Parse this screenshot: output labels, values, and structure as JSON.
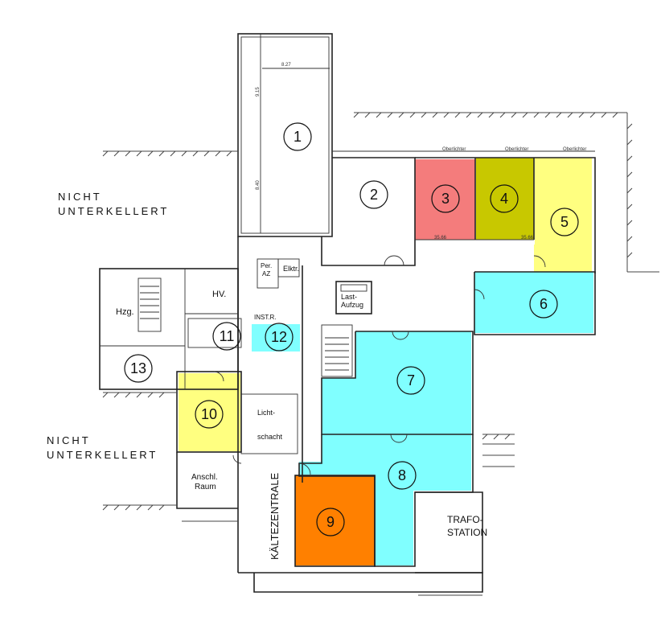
{
  "colors": {
    "room3": "#f47c7c",
    "room4": "#c8c800",
    "room5": "#ffff80",
    "cyan": "#80ffff",
    "room9": "#ff8000",
    "room10": "#ffff80",
    "wall": "#222222"
  },
  "labels": {
    "nicht1": "NICHT",
    "unterkellert1": "UNTERKELLERT",
    "nicht2": "NICHT",
    "unterkellert2": "UNTERKELLERT",
    "hzg": "Hzg.",
    "hv": "HV.",
    "per": "Per.",
    "az": "AZ",
    "elktr": "Elktr.",
    "instr": "INST.R.",
    "last": "Last-",
    "aufzug": "Aufzug",
    "licht": "Licht-",
    "schacht": "schacht",
    "anschl": "Anschl.",
    "raum": "Raum",
    "kaelte": "KÄLTEZENTRALE",
    "trafo": "TRAFO-",
    "station": "STATION",
    "oberlichter1": "Oberlichter",
    "oberlichter2": "Oberlichter",
    "oberlichter3": "Oberlichter",
    "dim_827": "8.27",
    "dim_915": "9.15",
    "dim_840": "8.40",
    "level1": "35.66",
    "level2": "35.66"
  },
  "rooms": [
    {
      "id": "1",
      "label": "1"
    },
    {
      "id": "2",
      "label": "2"
    },
    {
      "id": "3",
      "label": "3"
    },
    {
      "id": "4",
      "label": "4"
    },
    {
      "id": "5",
      "label": "5"
    },
    {
      "id": "6",
      "label": "6"
    },
    {
      "id": "7",
      "label": "7"
    },
    {
      "id": "8",
      "label": "8"
    },
    {
      "id": "9",
      "label": "9"
    },
    {
      "id": "10",
      "label": "10"
    },
    {
      "id": "11",
      "label": "11"
    },
    {
      "id": "12",
      "label": "12"
    },
    {
      "id": "13",
      "label": "13"
    }
  ]
}
